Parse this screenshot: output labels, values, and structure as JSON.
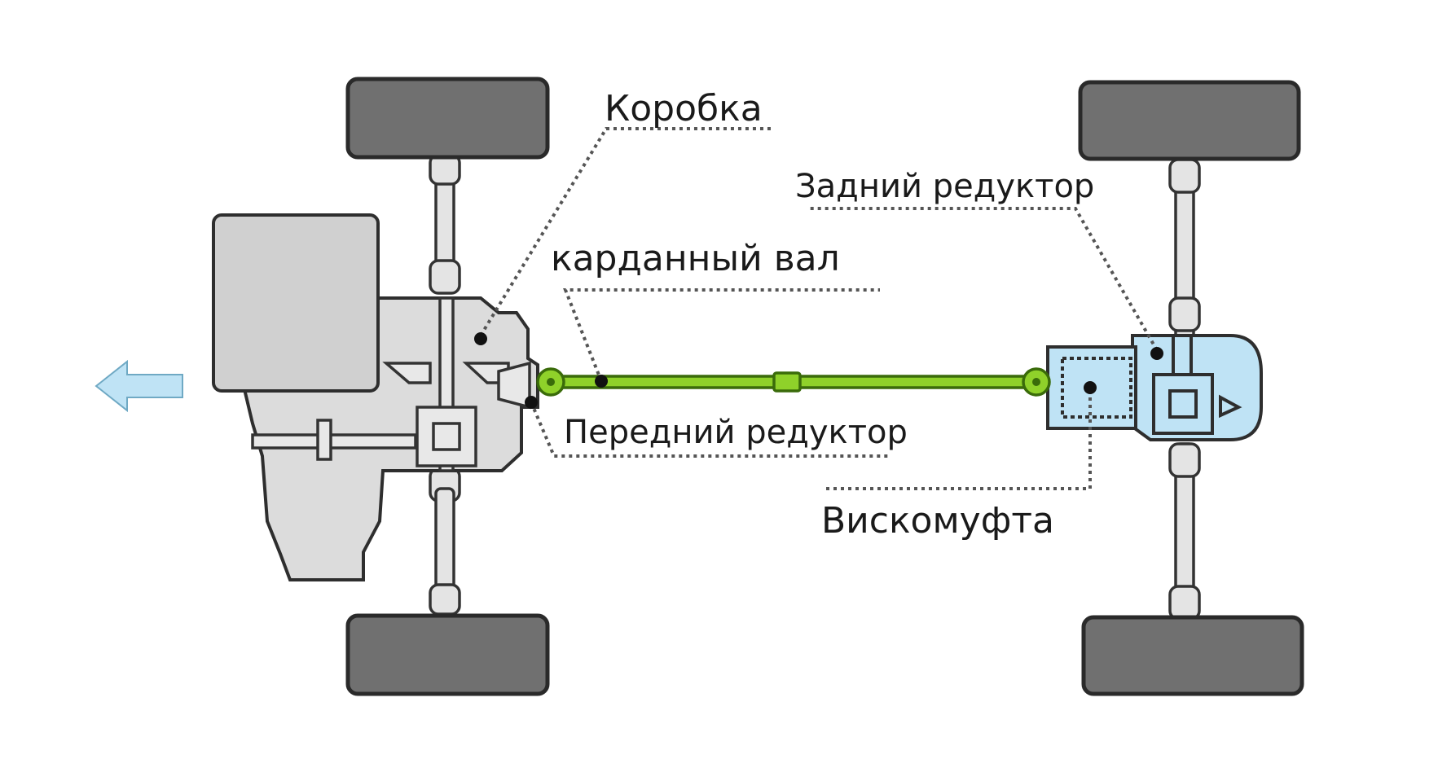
{
  "labels": {
    "gearbox": "Коробка",
    "driveshaft": "карданный вал",
    "rear_diff": "Задний редуктор",
    "front_diff": "Передний редуктор",
    "viscous_coupling": "Вискомуфта"
  },
  "colors": {
    "driveshaft": "#8fd12a",
    "rear_unit": "#bfe3f5",
    "tire": "#707070",
    "housing": "#dcdcdc",
    "arrow": "#bfe3f5"
  },
  "icons": {
    "direction": "arrow-left-icon"
  }
}
